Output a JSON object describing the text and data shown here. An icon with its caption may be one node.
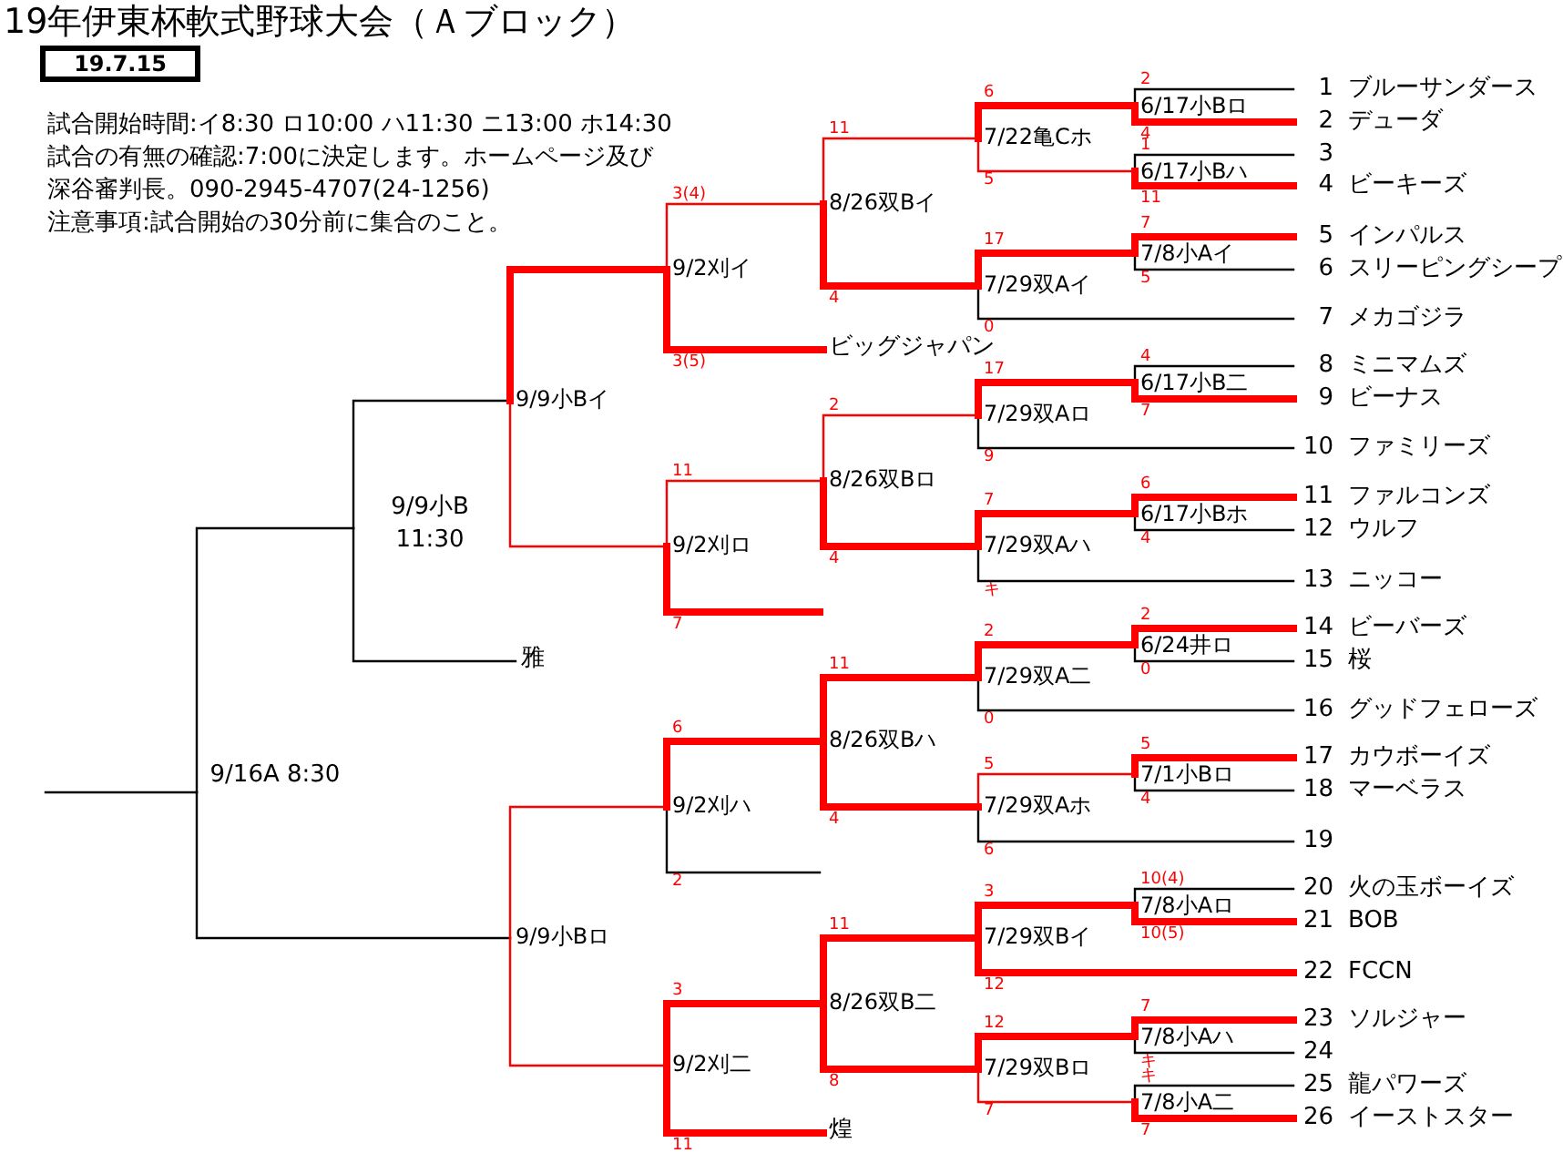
{
  "diagram": {
    "title": "19年伊東杯軟式野球大会（Ａブロック）",
    "nodes": [
      {
        "text": [
          "9/16A 8:30"
        ]
      },
      {
        "text": [
          "9/9小B 11:30"
        ]
      },
      {
        "text": [
          "9/9小Bイ"
        ]
      },
      {
        "text": [
          "9/9小Bロ"
        ]
      },
      {
        "text": [
          "雅"
        ]
      },
      {
        "text": [
          "9/2刈イ"
        ]
      },
      {
        "text": [
          "9/2刈ロ"
        ]
      },
      {
        "text": [
          "9/2刈ハ"
        ]
      },
      {
        "text": [
          "9/2刈二"
        ]
      },
      {
        "text": [
          "ビッグジャパン"
        ]
      },
      {
        "text": [
          "煌"
        ]
      },
      {
        "text": [
          "8/26双Bイ"
        ]
      },
      {
        "text": [
          "8/26双Bロ"
        ]
      },
      {
        "text": [
          "8/26双Bハ"
        ]
      },
      {
        "text": [
          "8/26双B二"
        ]
      },
      {
        "text": [
          "7/22亀Cホ"
        ]
      },
      {
        "text": [
          "7/29双Aイ"
        ]
      },
      {
        "text": [
          "7/29双Aロ"
        ]
      },
      {
        "text": [
          "7/29双Aハ"
        ]
      },
      {
        "text": [
          "7/29双A二"
        ]
      },
      {
        "text": [
          "7/29双Aホ"
        ]
      },
      {
        "text": [
          "7/29双Bイ"
        ]
      },
      {
        "text": [
          "7/29双Bロ"
        ]
      },
      {
        "text": [
          "6/17小Bロ"
        ]
      },
      {
        "text": [
          "6/17小Bハ"
        ]
      },
      {
        "text": [
          "7/8小Aイ"
        ]
      },
      {
        "text": [
          "6/17小B二"
        ]
      },
      {
        "text": [
          "6/17小Bホ"
        ]
      },
      {
        "text": [
          "6/24井ロ"
        ]
      },
      {
        "text": [
          "7/1小Bロ"
        ]
      },
      {
        "text": [
          "7/8小Aロ"
        ]
      },
      {
        "text": [
          "7/8小Aハ"
        ]
      },
      {
        "text": [
          "7/8小A二"
        ]
      },
      {
        "text": [
          "1",
          "ブルーサンダース"
        ]
      },
      {
        "text": [
          "2",
          "デューダ"
        ]
      },
      {
        "text": [
          "3"
        ]
      },
      {
        "text": [
          "4",
          "ビーキーズ"
        ]
      },
      {
        "text": [
          "5",
          "インパルス"
        ]
      },
      {
        "text": [
          "6",
          "スリーピングシープ"
        ]
      },
      {
        "text": [
          "7",
          "メカゴジラ"
        ]
      },
      {
        "text": [
          "8",
          "ミニマムズ"
        ]
      },
      {
        "text": [
          "9",
          "ビーナス"
        ]
      },
      {
        "text": [
          "10",
          "ファミリーズ"
        ]
      },
      {
        "text": [
          "11",
          "ファルコンズ"
        ]
      },
      {
        "text": [
          "12",
          "ウルフ"
        ]
      },
      {
        "text": [
          "13",
          "ニッコー"
        ]
      },
      {
        "text": [
          "14",
          "ビーバーズ"
        ]
      },
      {
        "text": [
          "15",
          "桜"
        ]
      },
      {
        "text": [
          "16",
          "グッドフェローズ"
        ]
      },
      {
        "text": [
          "17",
          "カウボーイズ"
        ]
      },
      {
        "text": [
          "18",
          "マーベラス"
        ]
      },
      {
        "text": [
          "19"
        ]
      },
      {
        "text": [
          "20",
          "火の玉ボーイズ"
        ]
      },
      {
        "text": [
          "21",
          "BOB"
        ]
      },
      {
        "text": [
          "22",
          "FCCN"
        ]
      },
      {
        "text": [
          "23",
          "ソルジャー"
        ]
      },
      {
        "text": [
          "24"
        ]
      },
      {
        "text": [
          "25",
          "龍パワーズ"
        ]
      },
      {
        "text": [
          "26",
          "イーストスター"
        ]
      }
    ],
    "edges": [
      {
        "from": 0,
        "to": null,
        "arrow": "none",
        "color": "#000000"
      },
      {
        "from": 0,
        "to": 1,
        "arrow": "none",
        "color": "#000000"
      },
      {
        "from": 0,
        "to": 3,
        "arrow": "none",
        "color": "#000000"
      },
      {
        "from": 1,
        "to": 2,
        "arrow": "none",
        "color": "#000000"
      },
      {
        "from": 1,
        "to": 4,
        "arrow": "none",
        "color": "#000000"
      },
      {
        "from": 2,
        "to": 5,
        "arrow": "none",
        "style": "thick"
      },
      {
        "from": 2,
        "to": 6,
        "arrow": "none"
      },
      {
        "from": 3,
        "to": 7,
        "arrow": "none"
      },
      {
        "from": 3,
        "to": 8,
        "arrow": "none"
      },
      {
        "from": 5,
        "to": 11,
        "arrow": "none",
        "label": "3(4)"
      },
      {
        "from": 5,
        "to": 9,
        "arrow": "none",
        "label": "3(5)",
        "style": "thick"
      },
      {
        "from": 6,
        "to": 12,
        "arrow": "none",
        "label": "11"
      },
      {
        "from": 6,
        "to": null,
        "arrow": "none",
        "label": "7",
        "style": "thick"
      },
      {
        "from": 7,
        "to": 13,
        "arrow": "none",
        "label": "6",
        "style": "thick"
      },
      {
        "from": 7,
        "to": null,
        "arrow": "none",
        "label": "2",
        "color": "#000000"
      },
      {
        "from": 8,
        "to": 14,
        "arrow": "none",
        "label": "3",
        "style": "thick"
      },
      {
        "from": 8,
        "to": 10,
        "arrow": "none",
        "label": "11",
        "style": "thick"
      },
      {
        "from": 11,
        "to": 15,
        "arrow": "none",
        "label": "11"
      },
      {
        "from": 11,
        "to": 16,
        "arrow": "none",
        "label": "4",
        "style": "thick"
      },
      {
        "from": 12,
        "to": 17,
        "arrow": "none",
        "label": "2"
      },
      {
        "from": 12,
        "to": 18,
        "arrow": "none",
        "label": "4",
        "style": "thick"
      },
      {
        "from": 13,
        "to": 19,
        "arrow": "none",
        "label": "11",
        "style": "thick"
      },
      {
        "from": 13,
        "to": 20,
        "arrow": "none",
        "label": "4",
        "style": "thick"
      },
      {
        "from": 14,
        "to": 21,
        "arrow": "none",
        "label": "11",
        "style": "thick"
      },
      {
        "from": 14,
        "to": 22,
        "arrow": "none",
        "label": "8",
        "style": "thick"
      },
      {
        "from": 15,
        "to": 23,
        "arrow": "none",
        "label": "6",
        "style": "thick"
      },
      {
        "from": 15,
        "to": 24,
        "arrow": "none",
        "label": "5"
      },
      {
        "from": 16,
        "to": 25,
        "arrow": "none",
        "label": "17",
        "style": "thick"
      },
      {
        "from": 16,
        "to": 39,
        "arrow": "none",
        "label": "0",
        "color": "#000000"
      },
      {
        "from": 17,
        "to": 26,
        "arrow": "none",
        "label": "17",
        "style": "thick"
      },
      {
        "from": 17,
        "to": 42,
        "arrow": "none",
        "label": "9",
        "color": "#000000"
      },
      {
        "from": 18,
        "to": 27,
        "arrow": "none",
        "label": "7",
        "style": "thick"
      },
      {
        "from": 18,
        "to": 45,
        "arrow": "none",
        "label": "キ",
        "color": "#000000"
      },
      {
        "from": 19,
        "to": 28,
        "arrow": "none",
        "label": "2",
        "style": "thick"
      },
      {
        "from": 19,
        "to": 48,
        "arrow": "none",
        "label": "0",
        "color": "#000000"
      },
      {
        "from": 20,
        "to": 29,
        "arrow": "none",
        "label": "5"
      },
      {
        "from": 20,
        "to": 51,
        "arrow": "none",
        "label": "6",
        "color": "#000000"
      },
      {
        "from": 21,
        "to": 30,
        "arrow": "none",
        "label": "3",
        "style": "thick"
      },
      {
        "from": 21,
        "to": 54,
        "arrow": "none",
        "label": "12",
        "style": "thick"
      },
      {
        "from": 22,
        "to": 31,
        "arrow": "none",
        "label": "12",
        "style": "thick"
      },
      {
        "from": 22,
        "to": 32,
        "arrow": "none",
        "label": "7"
      },
      {
        "from": 23,
        "to": 33,
        "arrow": "none",
        "label": "2",
        "color": "#000000"
      },
      {
        "from": 23,
        "to": 34,
        "arrow": "none",
        "label": "4",
        "style": "thick"
      },
      {
        "from": 24,
        "to": 35,
        "arrow": "none",
        "label": "1",
        "color": "#000000"
      },
      {
        "from": 24,
        "to": 36,
        "arrow": "none",
        "label": "11",
        "style": "thick"
      },
      {
        "from": 25,
        "to": 37,
        "arrow": "none",
        "label": "7",
        "style": "thick"
      },
      {
        "from": 25,
        "to": 38,
        "arrow": "none",
        "label": "5",
        "color": "#000000"
      },
      {
        "from": 26,
        "to": 40,
        "arrow": "none",
        "label": "4",
        "color": "#000000"
      },
      {
        "from": 26,
        "to": 41,
        "arrow": "none",
        "label": "7",
        "style": "thick"
      },
      {
        "from": 27,
        "to": 43,
        "arrow": "none",
        "label": "6",
        "style": "thick"
      },
      {
        "from": 27,
        "to": 44,
        "arrow": "none",
        "label": "4",
        "color": "#000000"
      },
      {
        "from": 28,
        "to": 46,
        "arrow": "none",
        "label": "2",
        "style": "thick"
      },
      {
        "from": 28,
        "to": 47,
        "arrow": "none",
        "label": "0",
        "color": "#000000"
      },
      {
        "from": 29,
        "to": 49,
        "arrow": "none",
        "label": "5",
        "style": "thick"
      },
      {
        "from": 29,
        "to": 50,
        "arrow": "none",
        "label": "4",
        "color": "#000000"
      },
      {
        "from": 30,
        "to": 52,
        "arrow": "none",
        "label": "10(4)",
        "color": "#000000"
      },
      {
        "from": 30,
        "to": 53,
        "arrow": "none",
        "label": "10(5)",
        "style": "thick"
      },
      {
        "from": 31,
        "to": 55,
        "arrow": "none",
        "label": "7",
        "style": "thick"
      },
      {
        "from": 31,
        "to": 56,
        "arrow": "none",
        "label": "キ",
        "color": "#000000"
      },
      {
        "from": 32,
        "to": 57,
        "arrow": "none",
        "label": "キ",
        "color": "#000000"
      },
      {
        "from": 32,
        "to": 58,
        "arrow": "none",
        "label": "7",
        "style": "thick"
      }
    ],
    "labels": [
      "19.7.15",
      "試合開始時間:イ8:30 ロ10:00 ハ11:30 ニ13:00 ホ14:30",
      "試合の有無の確認:7:00に決定します。ホームページ及び深谷審判長。090-2945-4707(24-1256)",
      "注意事項:試合開始の30分前に集合のこと。"
    ]
  }
}
